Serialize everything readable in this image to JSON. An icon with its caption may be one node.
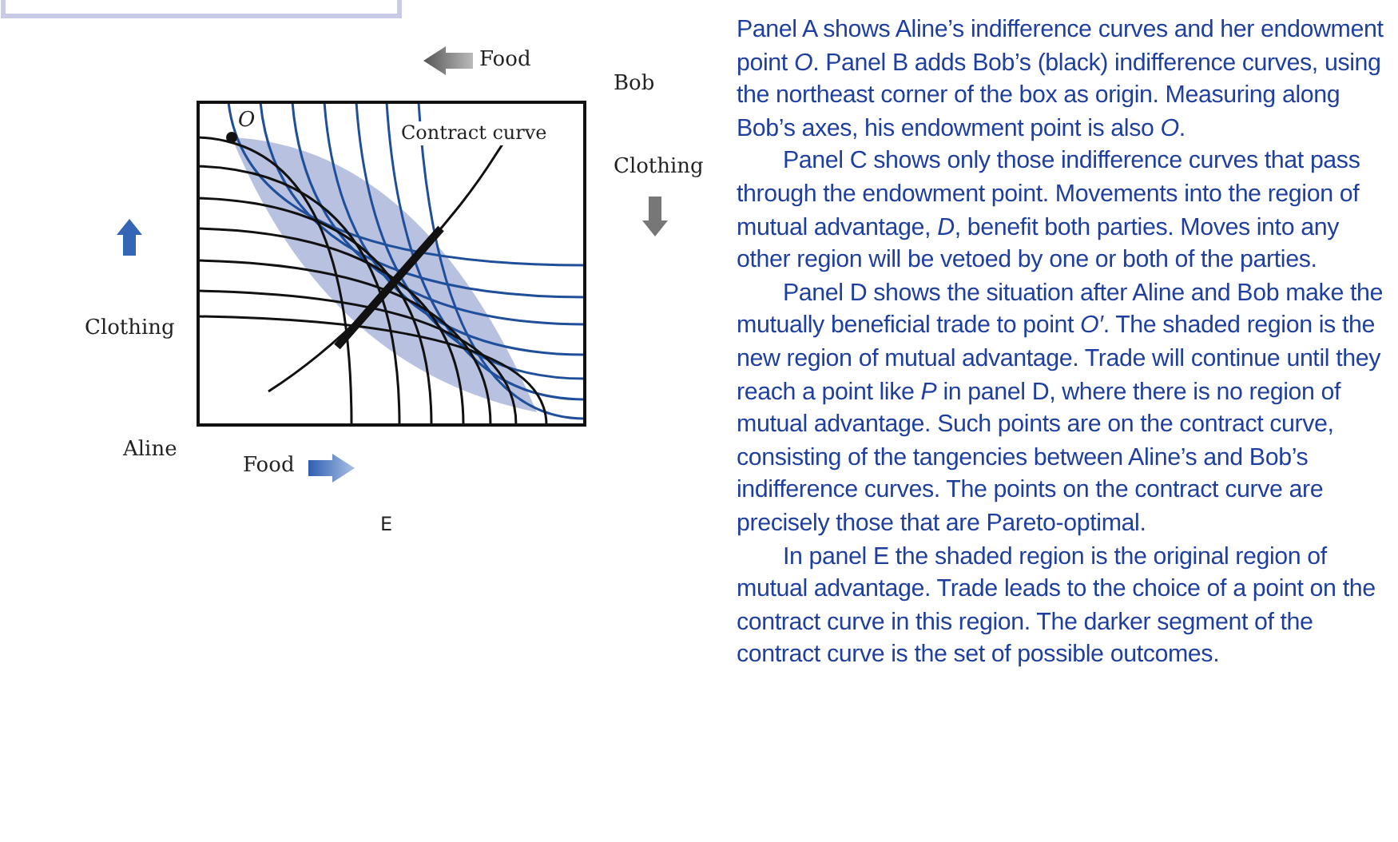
{
  "diagram": {
    "labels": [
      "Food",
      "Bob",
      "Contract curve",
      "Clothing",
      "*O*",
      "Clothing",
      "Aline",
      "Food",
      "E",
      "Panel A shows Aline’s indifference curves and her endowment point *O*. Panel B adds Bob’s (black) indifference curves, using the northeast corner of the box as origin. Measuring along Bob’s axes, his endowment point is also *O*.",
      "Panel C shows only those indifference curves that pass through the endowment point. Movements into the region of mutual advantage, *D*, benefit both parties. Moves into any other region will be vetoed by one or both of the parties.",
      "Panel D shows the situation after Aline and Bob make the mutually beneficial trade to point *O′*. The shaded region is the new region of mutual advantage. Trade will continue until they reach a point like *P* in panel D, where there is no region of mutual advantage. Such points are on the contract curve, consisting of the tangencies between Aline’s and Bob’s indifference curves. The points on the contract curve are precisely those that are Pareto-optimal.",
      "In panel E the shaded region is the original region of mutual advantage. Trade leads to the choice of a point on the contract curve in this region. The darker segment of the contract curve is the set of possible outcomes."
    ]
  }
}
